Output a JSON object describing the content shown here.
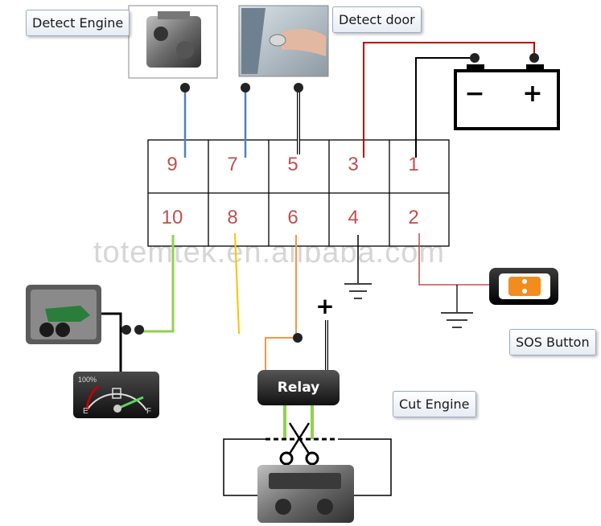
{
  "labels": {
    "detect_engine": "Detect Engine",
    "detect_door": "Detect door",
    "sos_button": "SOS Button",
    "cut_engine": "Cut Engine",
    "relay": "Relay",
    "watermark": "totemtek.en.alibaba.com"
  },
  "connector_pins": {
    "top_row": [
      "9",
      "7",
      "5",
      "3",
      "1"
    ],
    "bottom_row": [
      "10",
      "8",
      "6",
      "4",
      "2"
    ]
  },
  "battery": {
    "minus": "−",
    "plus": "+"
  },
  "relay_plus": "+",
  "fuel_gauge": {
    "percent": "100%",
    "empty": "E",
    "full": "F"
  },
  "colors": {
    "wire_blue": "#4f81bd",
    "wire_red": "#c00000",
    "wire_green": "#92d050",
    "wire_yellow": "#ffc000",
    "wire_orange": "#f79646",
    "pin_text": "#c0504d"
  }
}
